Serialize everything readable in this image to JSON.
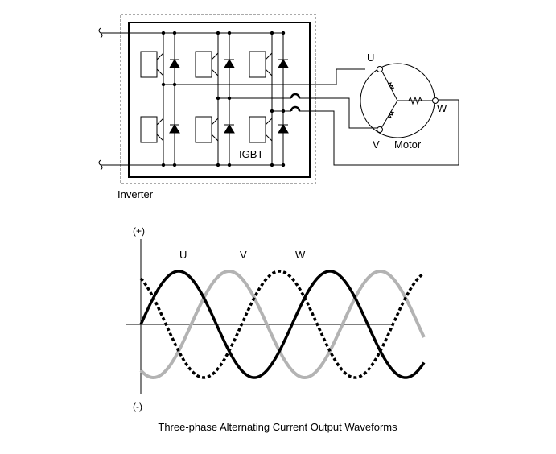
{
  "inverter": {
    "label": "Inverter",
    "igbt_label": "IGBT",
    "switch_columns": 3,
    "switches_per_column": 2
  },
  "motor": {
    "label": "Motor",
    "terminals": [
      "U",
      "V",
      "W"
    ]
  },
  "waveform": {
    "positive_label": "(+)",
    "negative_label": "(-)",
    "phase_labels": [
      "U",
      "V",
      "W"
    ],
    "caption": "Three-phase Alternating Current Output Waveforms",
    "phases": [
      {
        "name": "U",
        "line_style": "solid",
        "color": "#000000",
        "phase_deg": 0
      },
      {
        "name": "V",
        "line_style": "solid",
        "color": "#b3b3b3",
        "phase_deg": 120
      },
      {
        "name": "W",
        "line_style": "dotted",
        "color": "#000000",
        "phase_deg": 240
      }
    ]
  }
}
